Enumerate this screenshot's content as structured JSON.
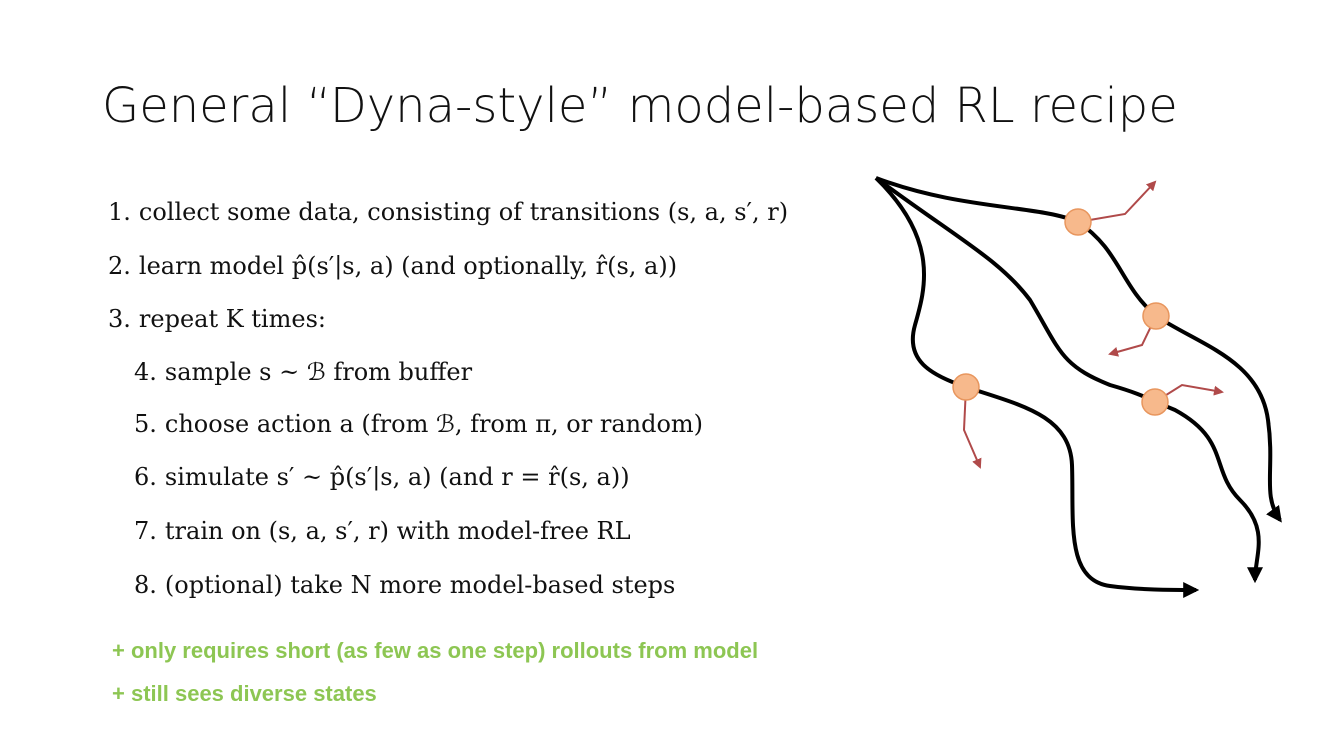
{
  "title": "General “Dyna-style” model-based RL recipe",
  "steps": [
    {
      "num": "1.",
      "text": "collect some data, consisting of transitions (s, a, s′, r)"
    },
    {
      "num": "2.",
      "text": "learn model p̂(s′|s, a) (and optionally, r̂(s, a))"
    },
    {
      "num": "3.",
      "text": "repeat K times:"
    },
    {
      "num": "4.",
      "text": "sample s ~ ℬ from buffer"
    },
    {
      "num": "5.",
      "text": "choose action a (from ℬ, from π, or random)"
    },
    {
      "num": "6.",
      "text": "simulate s′ ~ p̂(s′|s, a) (and r = r̂(s, a))"
    },
    {
      "num": "7.",
      "text": "train on (s, a, s′, r) with model-free RL"
    },
    {
      "num": "8.",
      "text": "(optional) take N more model-based steps"
    }
  ],
  "pros": [
    "+ only requires short (as few as one step) rollouts from model",
    "+ still sees diverse states"
  ],
  "colors": {
    "title": "#111111",
    "text": "#111111",
    "pros": "#8dc653",
    "trajectory": "#000000",
    "state_fill": "#f7b98c",
    "state_stroke": "#e8965e",
    "rollout": "#b04a4a"
  }
}
